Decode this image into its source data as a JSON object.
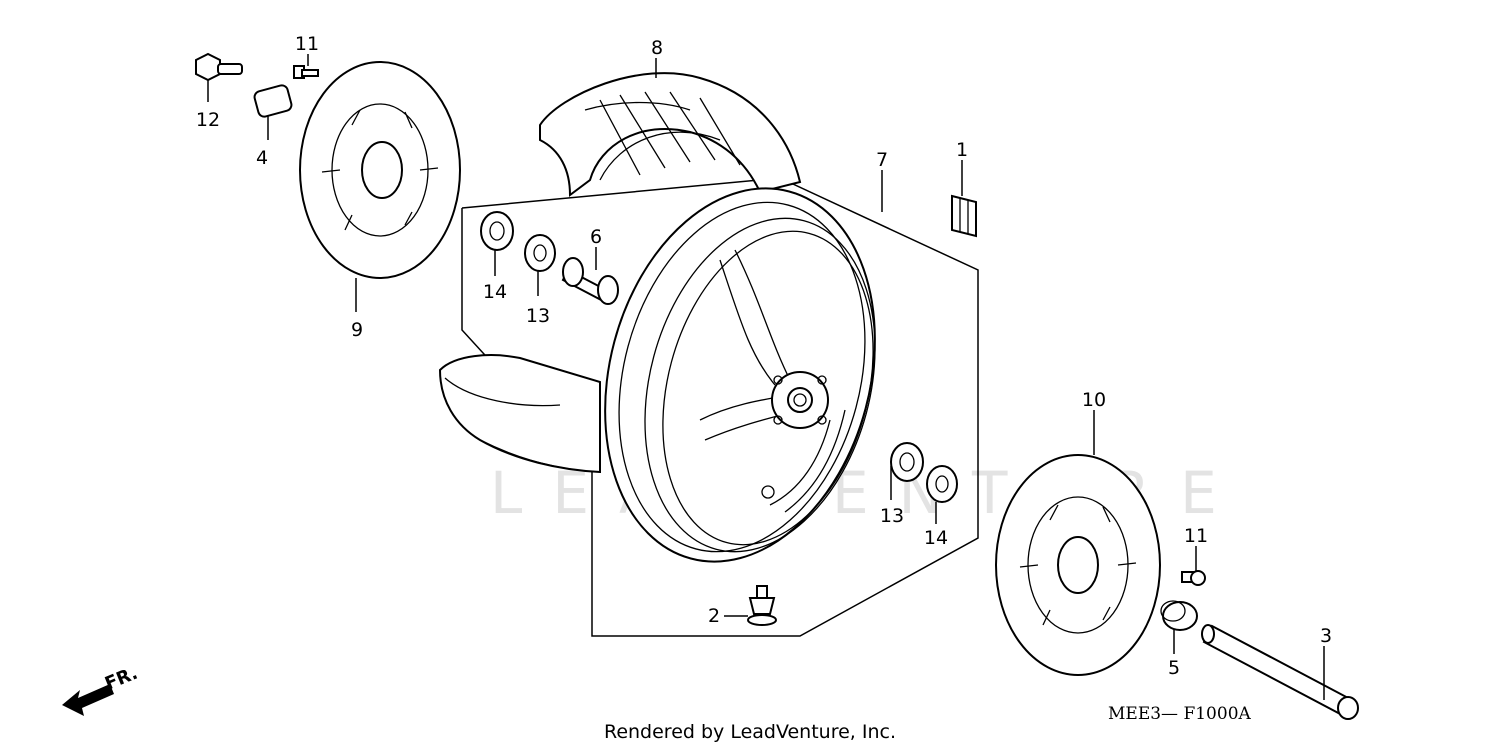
{
  "watermark": "LEADVENTURE",
  "footer": {
    "rendered_by": "Rendered by LeadVenture, Inc."
  },
  "diagram_ref": "MEE3— F1000A",
  "direction_label": "FR.",
  "callouts": {
    "c1": "1",
    "c2": "2",
    "c3": "3",
    "c4": "4",
    "c5": "5",
    "c6": "6",
    "c7": "7",
    "c8": "8",
    "c9": "9",
    "c10": "10",
    "c11a": "11",
    "c11b": "11",
    "c12": "12",
    "c13a": "13",
    "c13b": "13",
    "c14a": "14",
    "c14b": "14"
  }
}
